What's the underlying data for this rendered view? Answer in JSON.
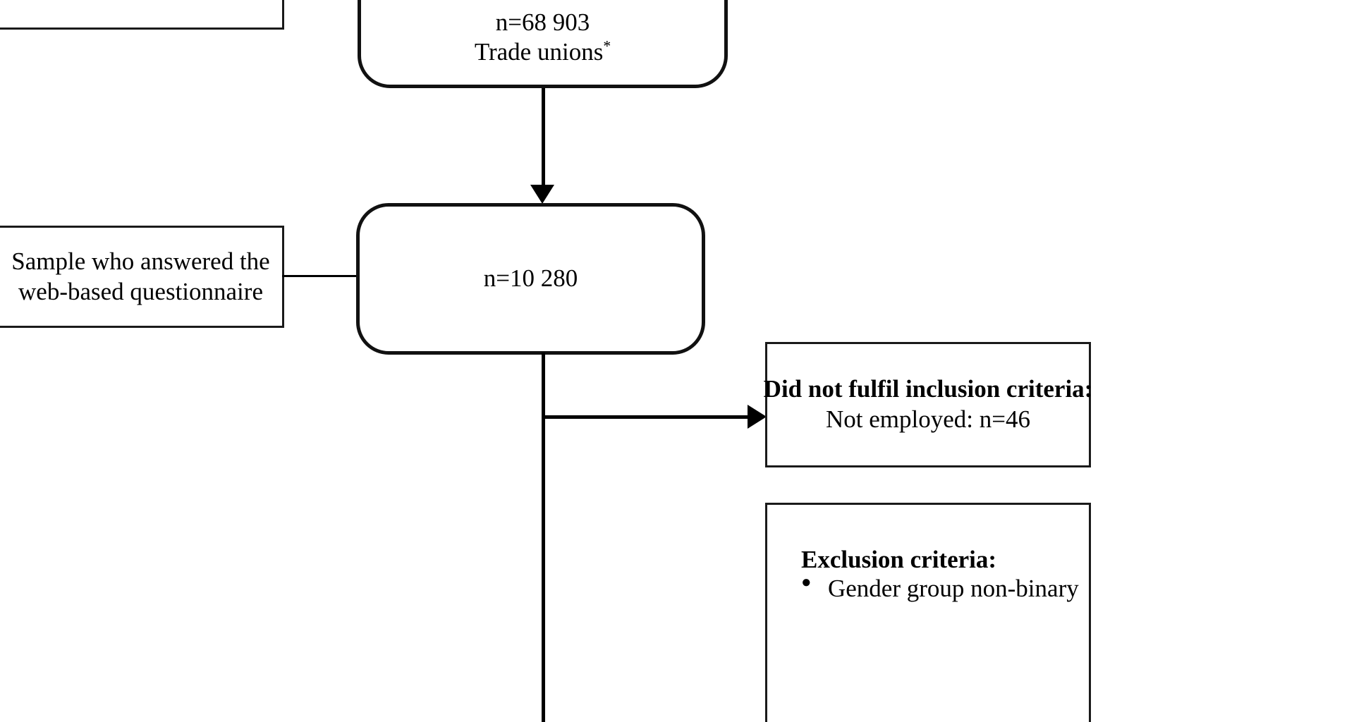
{
  "figure": {
    "type": "flow-diagram",
    "title": "Study sample flow diagram (partial view)",
    "background_color": "#ffffff",
    "line_color": "#000000"
  },
  "nodes": {
    "top_left_annotation": {
      "name": "top-left-annotation-box",
      "shape": "rectangle",
      "lines": []
    },
    "source_population": {
      "name": "source-population-box",
      "shape": "rounded-rectangle",
      "line1": "n=68 903",
      "line2": "Trade unions",
      "line2_superscript": "*"
    },
    "respondents_annotation": {
      "name": "respondents-annotation-box",
      "shape": "rectangle",
      "line1": "Sample who answered the",
      "line2": "web-based questionnaire"
    },
    "respondents": {
      "name": "respondents-box",
      "shape": "rounded-rectangle",
      "line1": "n=10 280"
    },
    "not_fulfil": {
      "name": "did-not-fulfil-inclusion-box",
      "shape": "rectangle",
      "heading": "Did not fulfil inclusion criteria:",
      "line1": "Not employed: n=46"
    },
    "exclusion": {
      "name": "exclusion-criteria-box",
      "shape": "rectangle",
      "heading": "Exclusion criteria:",
      "bullets": [
        "Gender group non-binary"
      ]
    }
  },
  "connectors": [
    {
      "name": "source-to-respondents-arrow",
      "from": "source_population",
      "to": "respondents",
      "direction": "down",
      "arrowhead": true
    },
    {
      "name": "respondents-annotation-connector",
      "from": "respondents_annotation",
      "to": "respondents",
      "direction": "right",
      "arrowhead": false
    },
    {
      "name": "respondents-to-not-fulfil-arrow",
      "from": "respondents",
      "to": "not_fulfil",
      "direction": "right",
      "arrowhead": true
    },
    {
      "name": "respondents-downstream-stem",
      "from": "respondents",
      "to": "below",
      "direction": "down",
      "arrowhead": false
    }
  ]
}
